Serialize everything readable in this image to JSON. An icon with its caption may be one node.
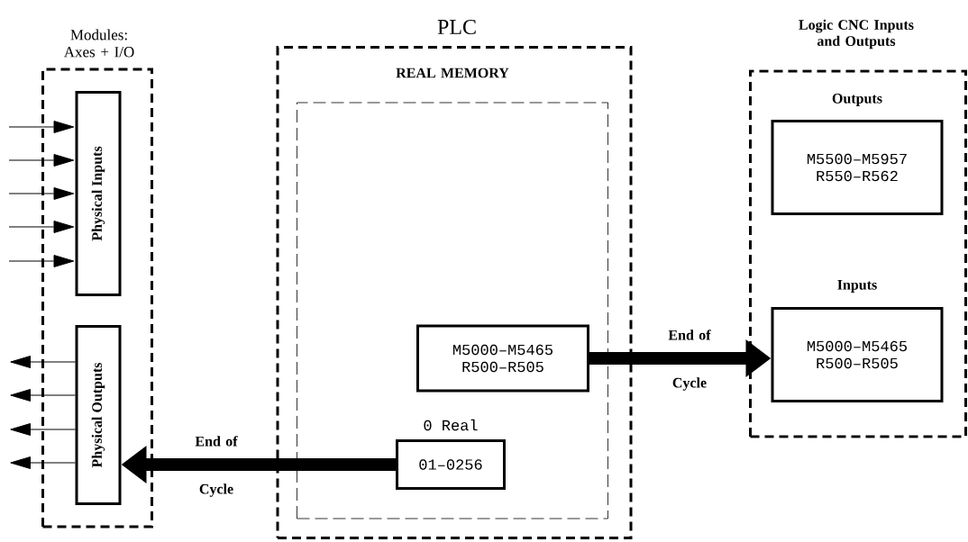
{
  "diagram": {
    "nodes": [
      {
        "text": [
          "Modules: Axes + I/O"
        ]
      },
      {
        "text": [
          "Physical Inputs"
        ],
        "in": 0
      },
      {
        "text": [
          "Physical Outputs"
        ],
        "in": 0
      },
      {
        "text": [
          "PLC"
        ]
      },
      {
        "text": [
          "REAL MEMORY"
        ],
        "in": 3
      },
      {
        "text": [
          "M5000–M5465 R500–R505"
        ],
        "in": 4
      },
      {
        "text": [
          "01–0256"
        ],
        "in": 4,
        "beside": [
          "0 Real"
        ]
      },
      {
        "text": [
          "Logic CNC Inputs and Outputs"
        ]
      },
      {
        "text": [
          "Outputs",
          "M5500–M5957 R550–R562"
        ],
        "in": 7
      },
      {
        "text": [
          "Inputs",
          "M5000–M5465 R500–R505"
        ],
        "in": 7
      }
    ],
    "edges": [
      {
        "from": null,
        "to": 1,
        "arrow": "to"
      },
      {
        "from": null,
        "to": 1,
        "arrow": "to"
      },
      {
        "from": null,
        "to": 1,
        "arrow": "to"
      },
      {
        "from": null,
        "to": 1,
        "arrow": "to"
      },
      {
        "from": null,
        "to": 1,
        "arrow": "to"
      },
      {
        "from": 2,
        "to": null,
        "arrow": "to"
      },
      {
        "from": 2,
        "to": null,
        "arrow": "to"
      },
      {
        "from": 2,
        "to": null,
        "arrow": "to"
      },
      {
        "from": 2,
        "to": null,
        "arrow": "to"
      },
      {
        "from": 5,
        "to": 9,
        "arrow": "to",
        "label": "End of Cycle",
        "style": "thick"
      },
      {
        "from": 6,
        "to": 2,
        "arrow": "to",
        "label": "End of Cycle",
        "style": "thick"
      }
    ]
  }
}
